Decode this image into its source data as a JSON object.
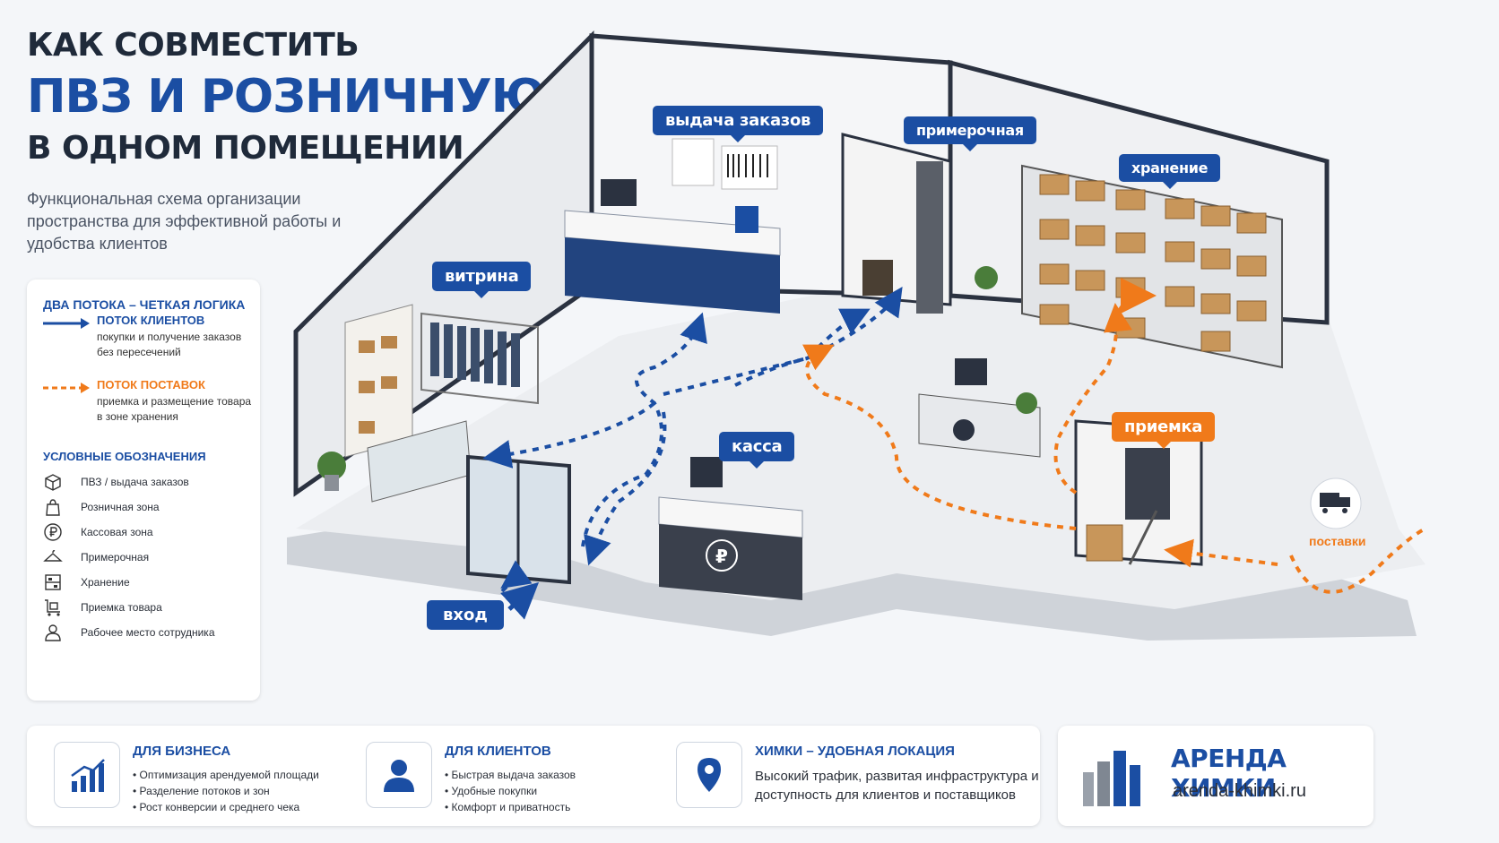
{
  "title": {
    "line1": "КАК СОВМЕСТИТЬ",
    "line2": "ПВЗ И РОЗНИЧНУЮ ТОЧКУ",
    "line3": "В ОДНОМ ПОМЕЩЕНИИ"
  },
  "subtitle": "Функциональная схема организации пространства для эффективной работы и удобства клиентов",
  "legend": {
    "flows_title": "ДВА ПОТОКА – ЧЕТКАЯ ЛОГИКА",
    "flows": [
      {
        "name": "ПОТОК КЛИЕНТОВ",
        "desc": "покупки и получение заказов без пересечений",
        "color": "#1b4ea3"
      },
      {
        "name": "ПОТОК ПОСТАВОК",
        "desc": "приемка и размещение товара в зоне хранения",
        "color": "#f07a1a"
      }
    ],
    "symbols_title": "УСЛОВНЫЕ ОБОЗНАЧЕНИЯ",
    "symbols": [
      {
        "icon": "box-icon",
        "label": "ПВЗ / выдача заказов"
      },
      {
        "icon": "shopping-bag-icon",
        "label": "Розничная зона"
      },
      {
        "icon": "ruble-icon",
        "label": "Кассовая зона"
      },
      {
        "icon": "hanger-icon",
        "label": "Примерочная"
      },
      {
        "icon": "shelf-icon",
        "label": "Хранение"
      },
      {
        "icon": "cart-icon",
        "label": "Приемка товара"
      },
      {
        "icon": "person-icon",
        "label": "Рабочее место сотрудника"
      }
    ]
  },
  "plan_labels": {
    "pickup": "выдача заказов",
    "fitting": "примерочная",
    "storage": "хранение",
    "showcase": "витрина",
    "cashier": "касса",
    "receiving": "приемка",
    "entrance": "вход",
    "supplies": "поставки"
  },
  "cards": [
    {
      "icon": "chart-icon",
      "title": "ДЛЯ БИЗНЕСА",
      "items": [
        "Оптимизация арендуемой площади",
        "Разделение потоков и зон",
        "Рост конверсии и среднего чека"
      ]
    },
    {
      "icon": "user-icon",
      "title": "ДЛЯ КЛИЕНТОВ",
      "items": [
        "Быстрая выдача заказов",
        "Удобные покупки",
        "Комфорт и приватность"
      ]
    },
    {
      "icon": "location-pin-icon",
      "title": "ХИМКИ – УДОБНАЯ ЛОКАЦИЯ",
      "text": "Высокий трафик, развитая инфраструктура и доступность для клиентов и поставщиков"
    }
  ],
  "brand": {
    "name": "АРЕНДА ХИМКИ",
    "url": "arenda-khimki.ru"
  },
  "colors": {
    "accent_blue": "#1b4ea3",
    "accent_orange": "#f07a1a",
    "dark": "#2b3240"
  }
}
